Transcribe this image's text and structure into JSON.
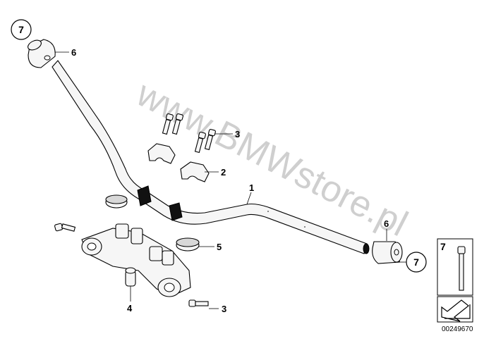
{
  "watermark": "www.BMWstore.pl",
  "reference_number": "00249670",
  "callouts": {
    "c1": "1",
    "c2": "2",
    "c3a": "3",
    "c3b": "3",
    "c4": "4",
    "c5": "5",
    "c6a": "6",
    "c6b": "6",
    "c7a": "7",
    "c7b": "7"
  },
  "legend_box": {
    "number": "7"
  }
}
